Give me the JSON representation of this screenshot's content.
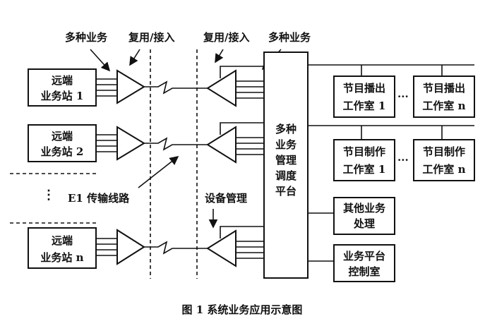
{
  "labels": {
    "multi_service_left": "多种业务",
    "mux_access_left": "复用/接入",
    "mux_access_right": "复用/接入",
    "multi_service_right": "多种业务",
    "e1_line": "E1 传输线路",
    "device_mgmt": "设备管理",
    "ellipsis_v": "⋮"
  },
  "stations": [
    {
      "line1": "远端",
      "line2": "业务站 1"
    },
    {
      "line1": "远端",
      "line2": "业务站 2"
    },
    {
      "line1": "远端",
      "line2": "业务站 n"
    }
  ],
  "center": {
    "lines": [
      "多种",
      "业务",
      "管理",
      "调度",
      "平台"
    ]
  },
  "studios": [
    {
      "line1": "节目播出",
      "line2": "工作室 1"
    },
    {
      "line1": "节目播出",
      "line2": "工作室 n"
    },
    {
      "line1": "节目制作",
      "line2": "工作室 1"
    },
    {
      "line1": "节目制作",
      "line2": "工作室 n"
    }
  ],
  "studio_ellipsis": "···",
  "other": {
    "line1": "其他业务",
    "line2": "处理"
  },
  "control": {
    "line1": "业务平台",
    "line2": "控制室"
  },
  "caption": "图 1  系统业务应用示意图"
}
